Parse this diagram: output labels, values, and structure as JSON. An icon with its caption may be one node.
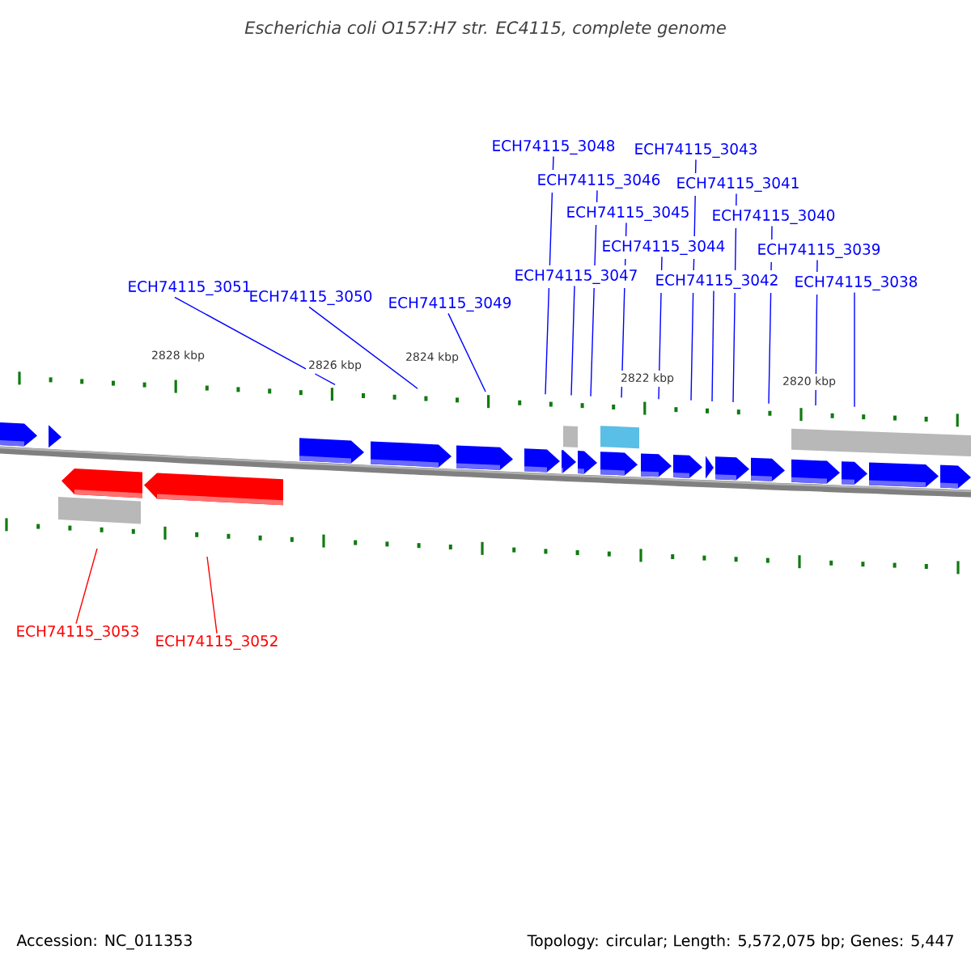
{
  "diagram": {
    "title": "*Escherichia coli* O157:H7 str. EC4115, complete genome",
    "nodes": [
      {
        "text": [
          "ECH74115_3048"
        ]
      },
      {
        "text": [
          "ECH74115_3043"
        ]
      },
      {
        "text": [
          "ECH74115_3046"
        ]
      },
      {
        "text": [
          "ECH74115_3041"
        ]
      },
      {
        "text": [
          "ECH74115_3045"
        ]
      },
      {
        "text": [
          "ECH74115_3040"
        ]
      },
      {
        "text": [
          "ECH74115_3044"
        ]
      },
      {
        "text": [
          "ECH74115_3039"
        ]
      },
      {
        "text": [
          "ECH74115_3047"
        ]
      },
      {
        "text": [
          "ECH74115_3042"
        ]
      },
      {
        "text": [
          "ECH74115_3038"
        ]
      },
      {
        "text": [
          "ECH74115_3051"
        ]
      },
      {
        "text": [
          "ECH74115_3050"
        ]
      },
      {
        "text": [
          "ECH74115_3049"
        ]
      },
      {
        "text": [
          "ECH74115_3053"
        ]
      },
      {
        "text": [
          "ECH74115_3052"
        ]
      }
    ],
    "edges": [
      {
        "from": 0,
        "to": null,
        "arrow": "none"
      },
      {
        "from": 1,
        "to": null,
        "arrow": "none"
      },
      {
        "from": 2,
        "to": null,
        "arrow": "none"
      },
      {
        "from": 3,
        "to": null,
        "arrow": "none"
      },
      {
        "from": 4,
        "to": null,
        "arrow": "none"
      },
      {
        "from": 5,
        "to": null,
        "arrow": "none"
      },
      {
        "from": 6,
        "to": null,
        "arrow": "none"
      },
      {
        "from": 7,
        "to": null,
        "arrow": "none"
      },
      {
        "from": 8,
        "to": null,
        "arrow": "none"
      },
      {
        "from": 9,
        "to": null,
        "arrow": "none"
      },
      {
        "from": 10,
        "to": null,
        "arrow": "none"
      },
      {
        "from": 11,
        "to": null,
        "arrow": "none"
      },
      {
        "from": 12,
        "to": null,
        "arrow": "none"
      },
      {
        "from": 13,
        "to": null,
        "arrow": "none"
      },
      {
        "from": 14,
        "to": null,
        "arrow": "none",
        "color": "#ff0000"
      },
      {
        "from": 15,
        "to": null,
        "arrow": "none",
        "color": "#ff0000"
      }
    ],
    "labels": [
      "2828 kbp",
      "2826 kbp",
      "2824 kbp",
      "2822 kbp",
      "2820 kbp",
      "Accession: NC_011353",
      "Topology: circular; Length: 5,572,075 bp; Genes: 5,447"
    ]
  }
}
